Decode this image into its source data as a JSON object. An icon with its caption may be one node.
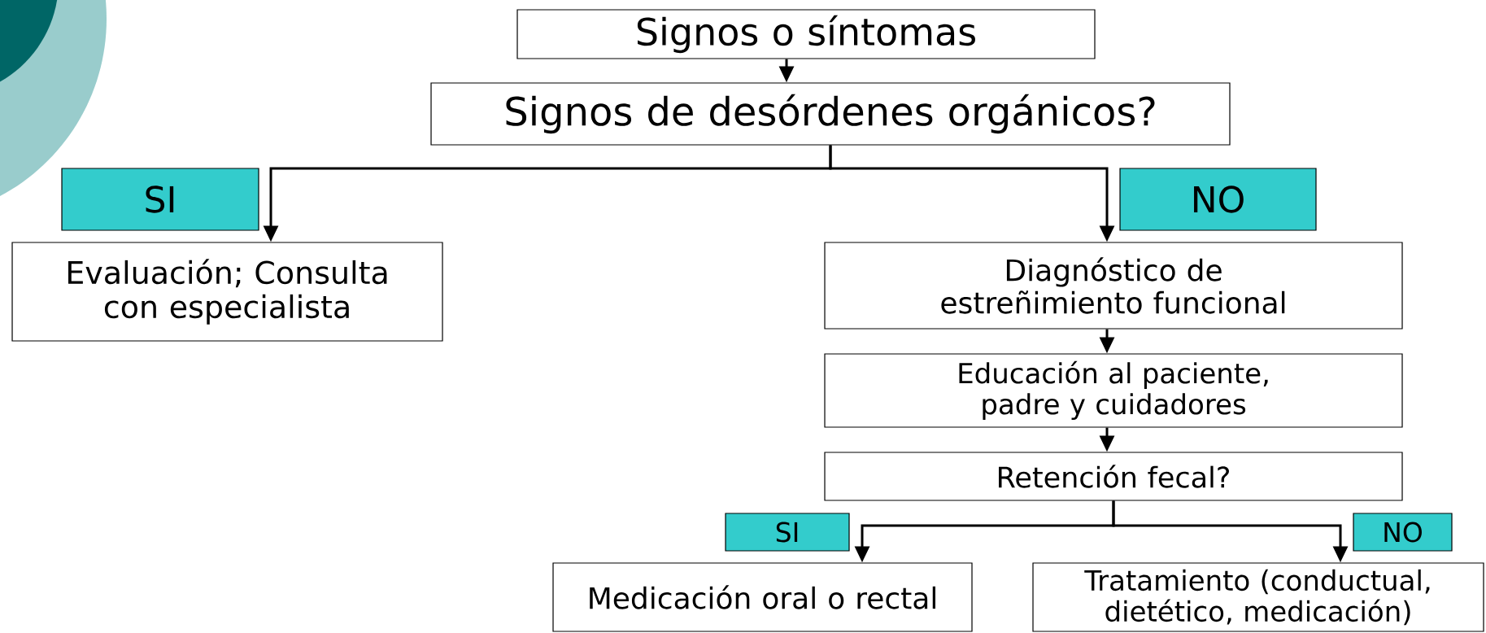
{
  "diagram": {
    "nodes": [
      {
        "text": [
          "Signos o síntomas"
        ]
      },
      {
        "text": [
          "Signos de desórdenes orgánicos?"
        ]
      },
      {
        "text": [
          "SI"
        ]
      },
      {
        "text": [
          "NO"
        ]
      },
      {
        "text": [
          "Evaluación; Consulta con especialista"
        ]
      },
      {
        "text": [
          "Diagnóstico de estreñimiento funcional"
        ]
      },
      {
        "text": [
          "Educación al paciente, padre y cuidadores"
        ]
      },
      {
        "text": [
          "Retención fecal?"
        ]
      },
      {
        "text": [
          "SI"
        ]
      },
      {
        "text": [
          "NO"
        ]
      },
      {
        "text": [
          "Medicación oral o rectal"
        ]
      },
      {
        "text": [
          "Tratamiento (conductual, dietético, medicación)"
        ]
      }
    ],
    "edges": [
      {
        "from": 0,
        "to": 1,
        "arrow": "to"
      },
      {
        "from": 1,
        "to": 4,
        "arrow": "to"
      },
      {
        "from": 1,
        "to": 5,
        "arrow": "to"
      },
      {
        "from": 5,
        "to": 6,
        "arrow": "to"
      },
      {
        "from": 6,
        "to": 7,
        "arrow": "to"
      },
      {
        "from": 7,
        "to": 10,
        "arrow": "to"
      },
      {
        "from": 7,
        "to": 11,
        "arrow": "to"
      }
    ]
  }
}
